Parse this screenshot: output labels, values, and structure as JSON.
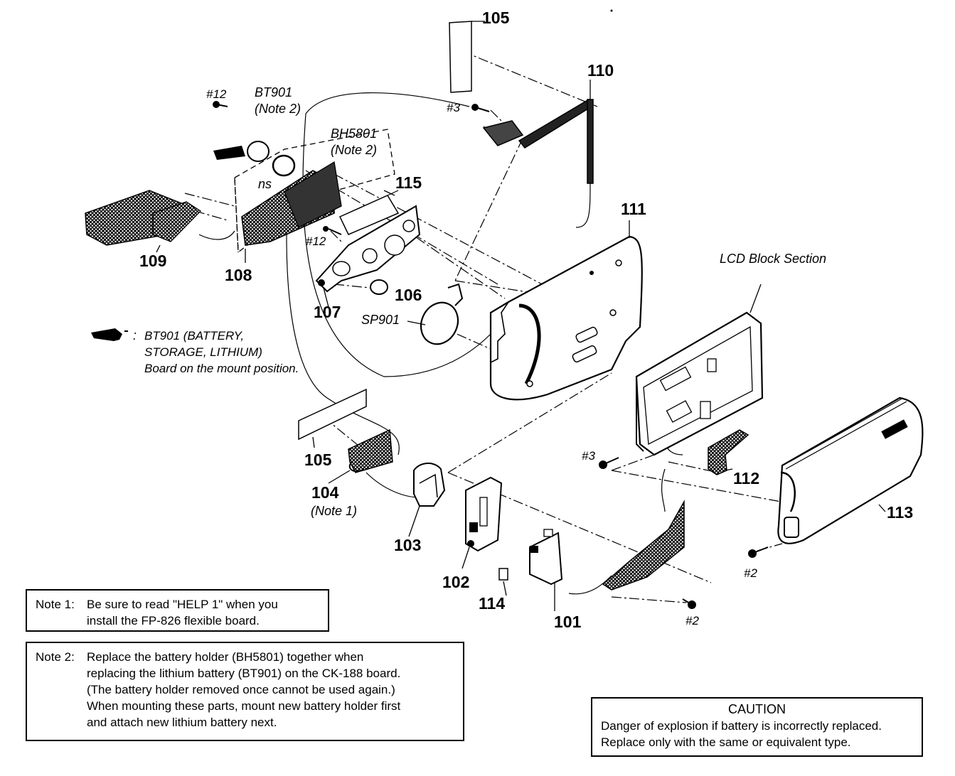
{
  "diagram": {
    "part_labels": [
      {
        "id": "101",
        "text": "101"
      },
      {
        "id": "102",
        "text": "102"
      },
      {
        "id": "103",
        "text": "103"
      },
      {
        "id": "104",
        "text": "104"
      },
      {
        "id": "105a",
        "text": "105"
      },
      {
        "id": "105b",
        "text": "105"
      },
      {
        "id": "106",
        "text": "106"
      },
      {
        "id": "107",
        "text": "107"
      },
      {
        "id": "108",
        "text": "108"
      },
      {
        "id": "109",
        "text": "109"
      },
      {
        "id": "110",
        "text": "110"
      },
      {
        "id": "111",
        "text": "111"
      },
      {
        "id": "112",
        "text": "112"
      },
      {
        "id": "113",
        "text": "113"
      },
      {
        "id": "114",
        "text": "114"
      },
      {
        "id": "115",
        "text": "115"
      }
    ],
    "screw_labels": {
      "s12a": "#12",
      "s12b": "#12",
      "s3a": "#3",
      "s3b": "#3",
      "s2a": "#2",
      "s2b": "#2"
    },
    "refs": {
      "bt901": "BT901",
      "bt901_note": "(Note 2)",
      "bh5801": "BH5801",
      "bh5801_note": "(Note 2)",
      "ns": "ns",
      "sp901": "SP901",
      "note1_ref": "(Note 1)",
      "lcd_block": "LCD Block Section"
    },
    "legend": {
      "lines": [
        "BT901 (BATTERY,",
        "STORAGE, LITHIUM)",
        "Board on the mount position."
      ]
    }
  },
  "notes": {
    "note1": {
      "key": "Note 1:",
      "lines": [
        "Be sure to read \"HELP 1\" when you",
        "install the FP-826 flexible board."
      ]
    },
    "note2": {
      "key": "Note 2:",
      "lines": [
        "Replace the battery holder (BH5801) together when",
        "replacing the lithium battery (BT901) on the CK-188 board.",
        "(The battery holder removed once cannot be used again.)",
        "When mounting these parts, mount new battery holder first",
        "and attach new lithium battery next."
      ]
    }
  },
  "caution": {
    "title": "CAUTION",
    "lines": [
      "Danger of explosion if battery is incorrectly replaced.",
      "Replace only with the same or equivalent type."
    ]
  }
}
